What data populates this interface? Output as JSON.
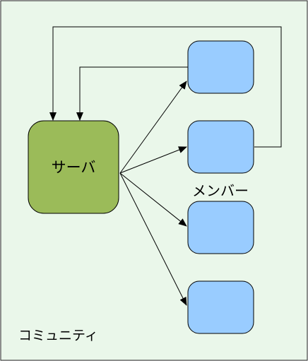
{
  "diagram": {
    "community_label": "コミュニティ",
    "server_label": "サーバ",
    "members_label": "メンバー",
    "colors": {
      "background": "#eaf7ea",
      "server_fill": "#9bbb59",
      "member_fill": "#99ccff",
      "stroke": "#000000"
    }
  }
}
